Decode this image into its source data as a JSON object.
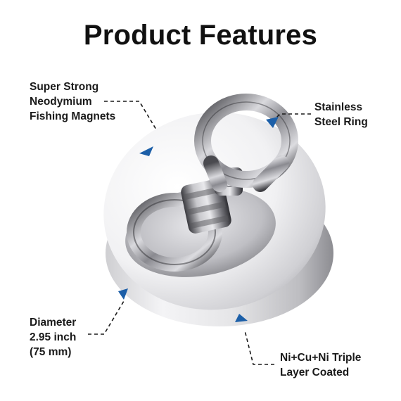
{
  "title": "Product Features",
  "callouts": {
    "magnet": [
      "Super Strong",
      "Neodymium",
      "Fishing Magnets"
    ],
    "ring": [
      "Stainless",
      "Steel Ring"
    ],
    "diameter": [
      "Diameter",
      "2.95 inch",
      "(75 mm)"
    ],
    "coating": [
      "Ni+Cu+Ni Triple",
      "Layer Coated"
    ]
  },
  "colors": {
    "arrow": "#1c5fa8",
    "text": "#1a1a1a",
    "background": "#ffffff"
  }
}
